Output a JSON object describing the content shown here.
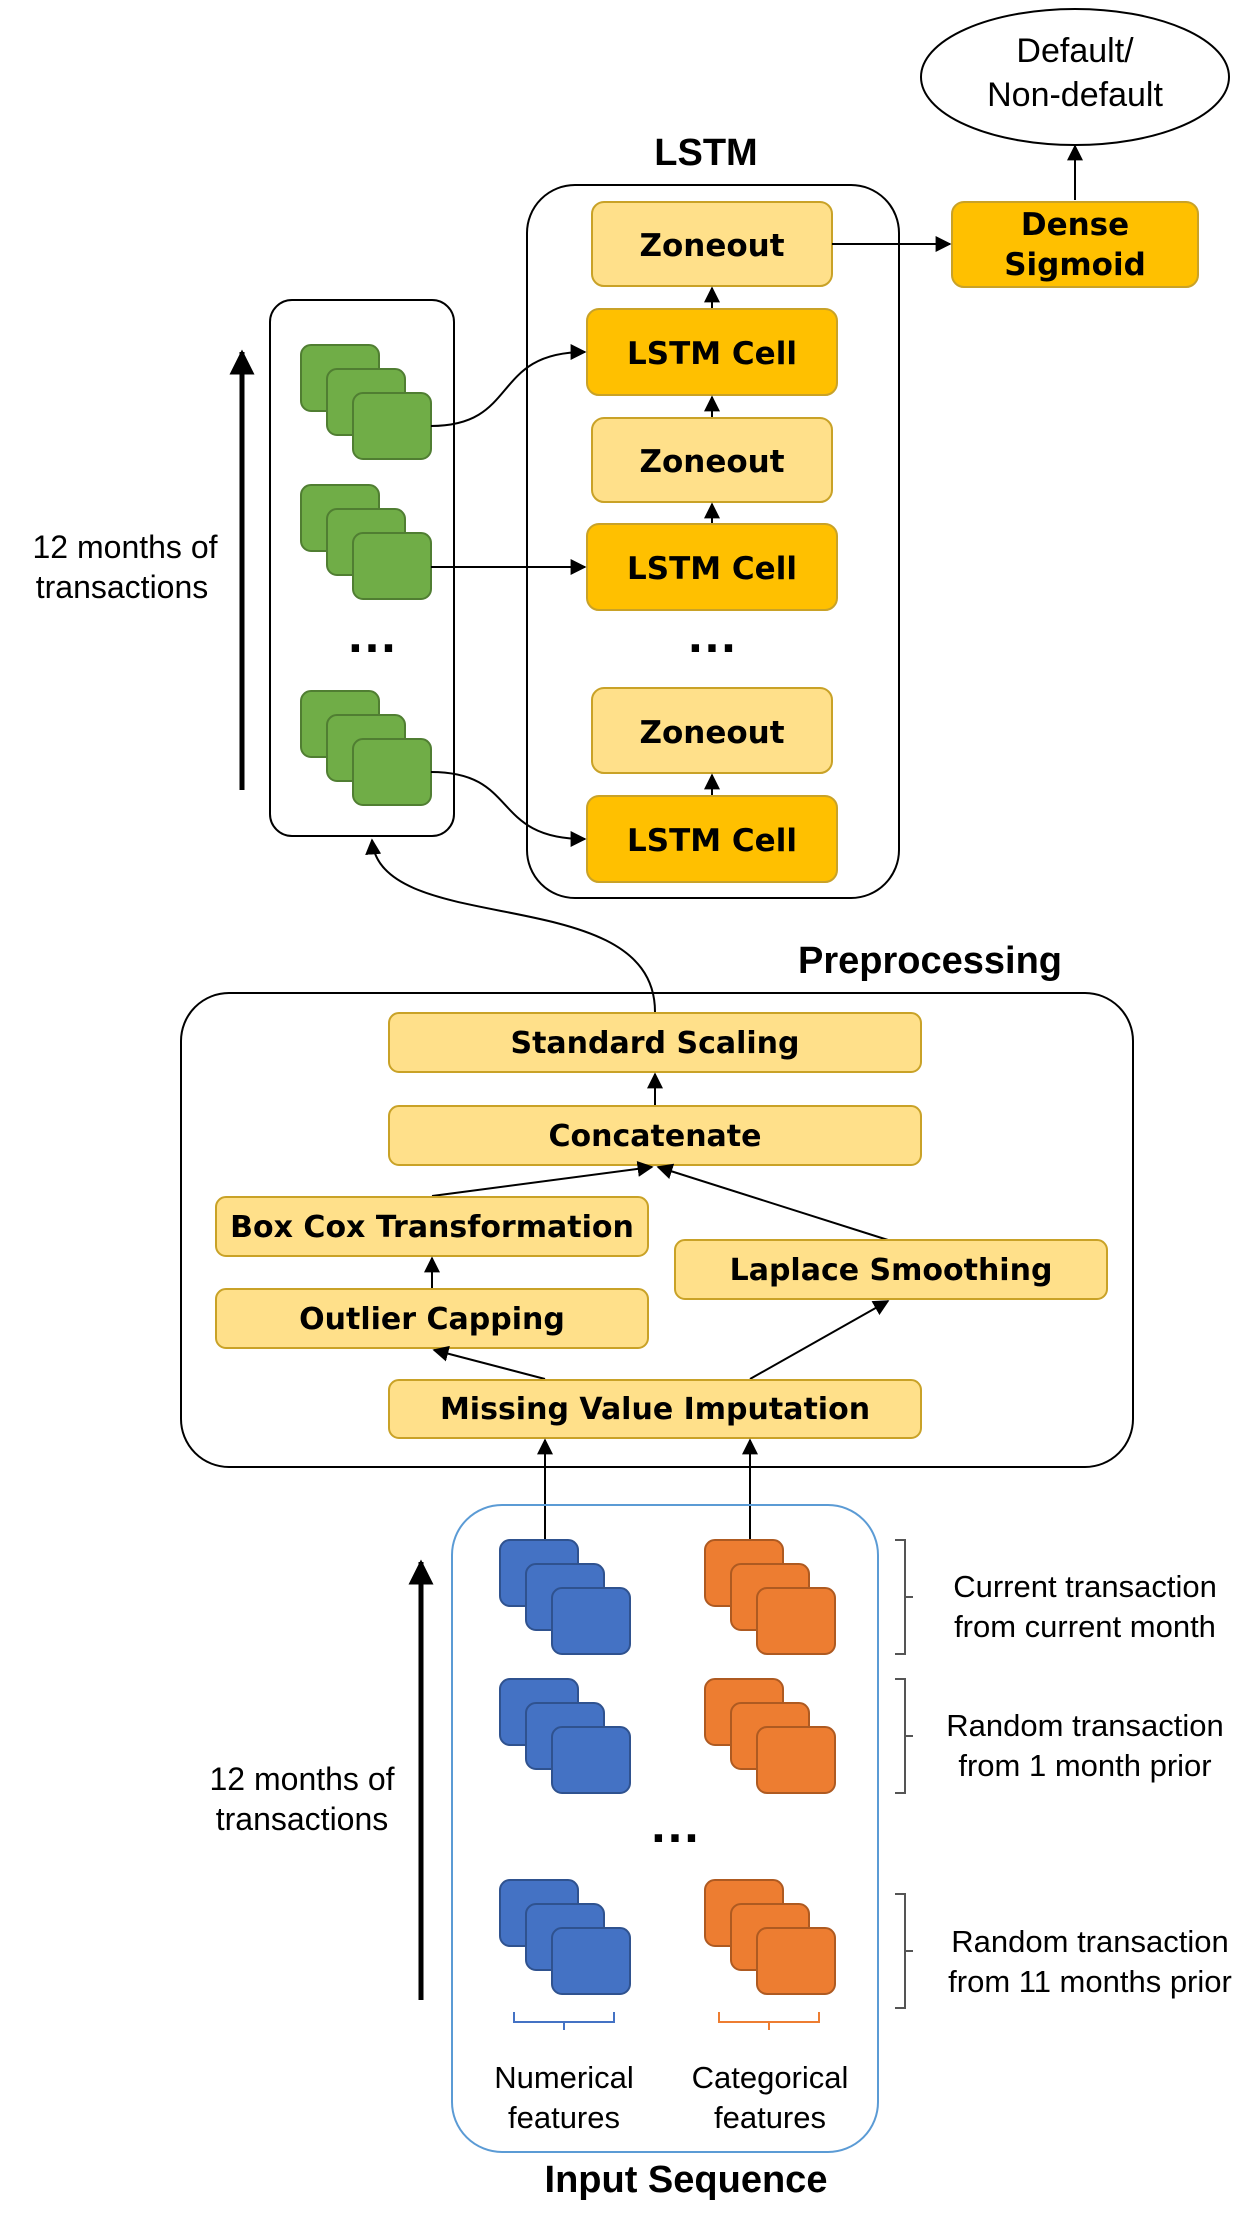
{
  "lstm": {
    "title": "LSTM",
    "zoneout_label": "Zoneout",
    "cell_label": "LSTM Cell",
    "ellipsis": "…"
  },
  "output": {
    "label_line1": "Default/",
    "label_line2": "Non-default",
    "dense_line1": "Dense",
    "dense_line2": "Sigmoid"
  },
  "sequence_left": {
    "label_line1": "12 months of",
    "label_line2": "transactions",
    "ellipsis": "…"
  },
  "preprocessing": {
    "title": "Preprocessing",
    "standard_scaling": "Standard Scaling",
    "concatenate": "Concatenate",
    "box_cox": "Box Cox Transformation",
    "laplace": "Laplace Smoothing",
    "outlier": "Outlier Capping",
    "imputation": "Missing Value Imputation"
  },
  "input": {
    "title": "Input Sequence",
    "months_line1": "12 months of",
    "months_line2": "transactions",
    "ellipsis": "…",
    "numerical_line1": "Numerical",
    "numerical_line2": "features",
    "categorical_line1": "Categorical",
    "categorical_line2": "features",
    "rows": [
      {
        "line1": "Current transaction",
        "line2": "from current month"
      },
      {
        "line1": "Random transaction",
        "line2": "from 1 month prior"
      },
      {
        "line1": "Random transaction",
        "line2": "from 11 months prior"
      }
    ]
  },
  "colors": {
    "light_yellow": "#FFE08A",
    "dark_yellow": "#FFC000",
    "box_border": "#C9A227",
    "green": "#70AD47",
    "green_border": "#507E32",
    "blue": "#4472C4",
    "blue_border": "#2F528F",
    "orange": "#ED7D31",
    "orange_border": "#AE5A21",
    "input_border": "#5B9BD5"
  }
}
